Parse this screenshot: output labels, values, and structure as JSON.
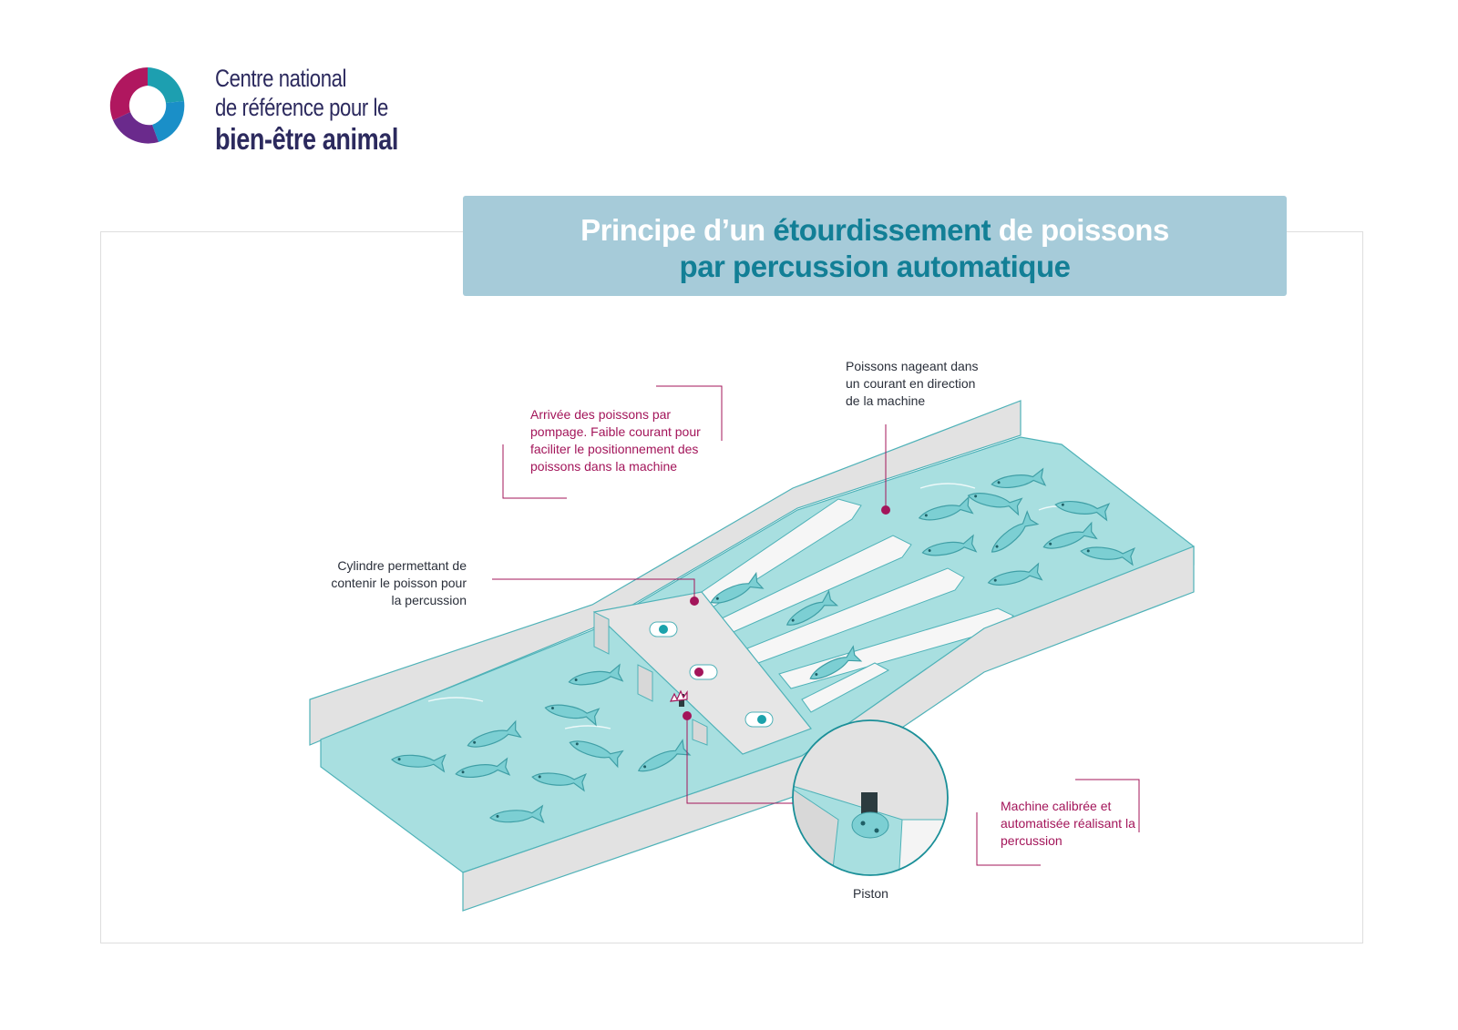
{
  "logo": {
    "line1": "Centre national",
    "line2": "de référence pour le",
    "line3": "bien-être animal",
    "colors": {
      "teal": "#1d9fb0",
      "blue": "#1a8fc8",
      "magenta": "#b0175f",
      "purple": "#6a2a8c"
    }
  },
  "title": {
    "part1": "Principe d’un ",
    "highlight": "étourdissement",
    "part2": " de poissons",
    "line2": "par percussion automatique"
  },
  "labels": {
    "arrival": "Arrivée des poissons par pompage. Faible courant pour faciliter le positionnement des poissons dans la machine",
    "swimming": "Poissons nageant dans un courant en direction de la machine",
    "cylinder": "Cylindre permettant de contenir le poisson pour la percussion",
    "machine": "Machine calibrée et automatisée réalisant la percussion",
    "piston": "Piston"
  },
  "colors": {
    "water": "#a8dfe0",
    "channel_wall": "#e2e2e2",
    "outline": "#4fb2b8",
    "fish": "#7ccfd3",
    "accent_pink": "#a3155a",
    "accent_teal": "#1aa2ab",
    "title_band": "#a6cbd9"
  }
}
